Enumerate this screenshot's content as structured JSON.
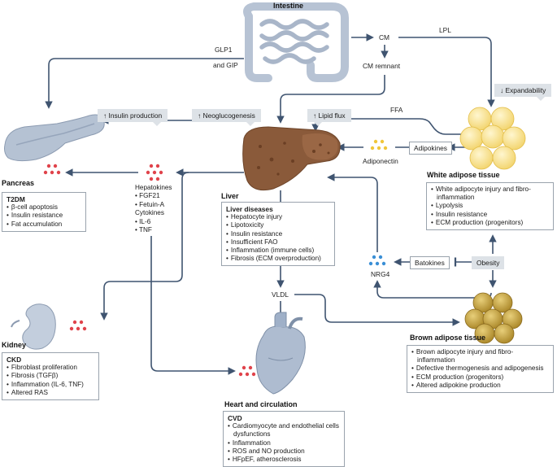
{
  "organs": {
    "intestine": "Intestine",
    "pancreas": "Pancreas",
    "liver": "Liver",
    "white_adipose": "White adipose tissue",
    "brown_adipose": "Brown adipose tissue",
    "kidney": "Kidney",
    "heart": "Heart and circulation"
  },
  "flow_labels": {
    "cm": "CM",
    "lpl": "LPL",
    "cm_remnant": "CM remnant",
    "glp1": "GLP1",
    "and_gip": "and GIP",
    "ffa": "FFA",
    "adipokines": "Adipokines",
    "adiponectin": "Adiponectin",
    "batokines": "Batokines",
    "nrg4": "NRG4",
    "obesity": "Obesity",
    "vldl": "VLDL"
  },
  "tags": {
    "insulin_production": "↑ Insulin production",
    "neoglucogenesis": "↑ Neoglucogenesis",
    "lipid_flux": "↑ Lipid flux",
    "expandability": "↓ Expandability"
  },
  "hepatokines": {
    "title1": "Hepatokines",
    "items1": [
      "FGF21",
      "Fetuin-A"
    ],
    "title2": "Cytokines",
    "items2": [
      "IL-6",
      "TNF"
    ]
  },
  "boxes": {
    "t2dm": {
      "title": "T2DM",
      "items": [
        "β-cell apoptosis",
        "Insulin resistance",
        "Fat accumulation"
      ]
    },
    "liver_diseases": {
      "title": "Liver diseases",
      "items": [
        "Hepatocyte injury",
        "Lipotoxicity",
        "Insulin resistance",
        "Insufficient FAO",
        "Inflammation (immune cells)",
        "Fibrosis (ECM overproduction)"
      ]
    },
    "wat": {
      "items": [
        "White adipocyte injury and fibro-inflammation",
        "Lypolysis",
        "Insulin resistance",
        "ECM production (progenitors)"
      ]
    },
    "bat": {
      "items": [
        "Brown adipocyte injury and fibro-inflammation",
        "Defective thermogenesis and adipogenesis",
        "ECM production (progenitors)",
        "Altered adipokine production"
      ]
    },
    "ckd": {
      "title": "CKD",
      "items": [
        "Fibroblast proliferation",
        "Fibrosis (TGFβ)",
        "Inflammation (IL-6, TNF)",
        "Altered RAS"
      ]
    },
    "cvd": {
      "title": "CVD",
      "items": [
        "Cardiomyocyte and endothelial cells dysfunctions",
        "Inflammation",
        "ROS and NO production",
        "HFpEF, atherosclerosis"
      ]
    }
  },
  "colors": {
    "arrow": "#3f5470",
    "dots_red": "#e0434b",
    "dots_yellow": "#f0c63a",
    "dots_blue": "#3a8fd6",
    "tag_bg": "#dde2e7"
  }
}
